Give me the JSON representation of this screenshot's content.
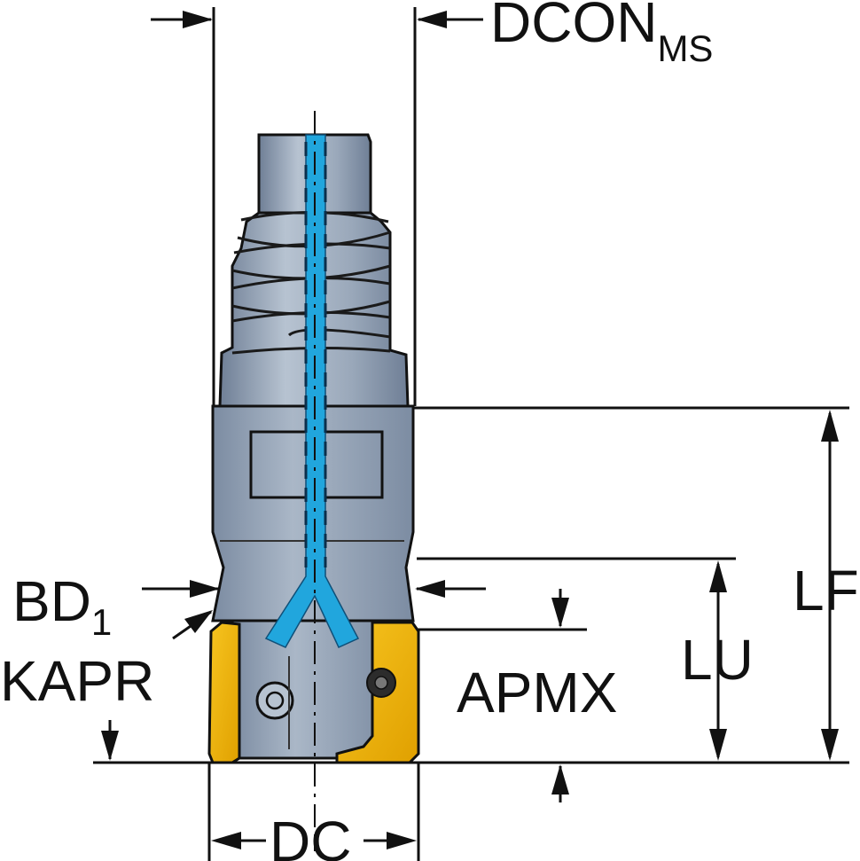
{
  "labels": {
    "dcon_main": "DCON",
    "dcon_sub": "MS",
    "bd_main": "BD",
    "bd_sub": "1",
    "kapr": "KAPR",
    "apmx": "APMX",
    "lu": "LU",
    "lf": "LF",
    "dc": "DC"
  },
  "colors": {
    "line": "#111111",
    "body": "#8f9eb2",
    "body_dark": "#6f7f96",
    "body_light": "#b7c3d1",
    "coolant": "#21a6dd",
    "insert": "#f2b300",
    "insert_dark": "#c98f00",
    "background": "#ffffff"
  }
}
